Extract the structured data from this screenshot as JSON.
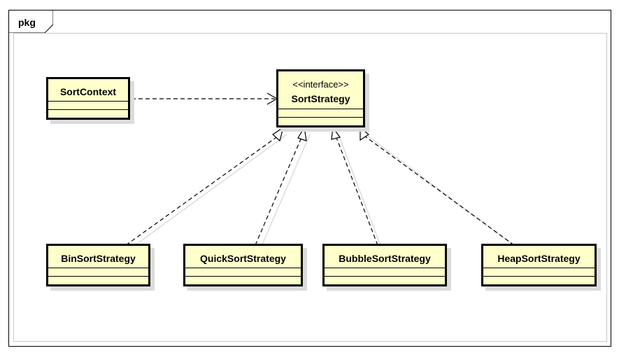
{
  "package": {
    "label": "pkg"
  },
  "classes": {
    "sort_context": {
      "name": "SortContext"
    },
    "sort_strategy": {
      "stereotype": "<<interface>>",
      "name": "SortStrategy"
    },
    "bin_sort": {
      "name": "BinSortStrategy"
    },
    "quick_sort": {
      "name": "QuickSortStrategy"
    },
    "bubble_sort": {
      "name": "BubbleSortStrategy"
    },
    "heap_sort": {
      "name": "HeapSortStrategy"
    }
  },
  "relationships": [
    {
      "type": "dependency",
      "from": "SortContext",
      "to": "SortStrategy"
    },
    {
      "type": "realization",
      "from": "BinSortStrategy",
      "to": "SortStrategy"
    },
    {
      "type": "realization",
      "from": "QuickSortStrategy",
      "to": "SortStrategy"
    },
    {
      "type": "realization",
      "from": "BubbleSortStrategy",
      "to": "SortStrategy"
    },
    {
      "type": "realization",
      "from": "HeapSortStrategy",
      "to": "SortStrategy"
    }
  ]
}
